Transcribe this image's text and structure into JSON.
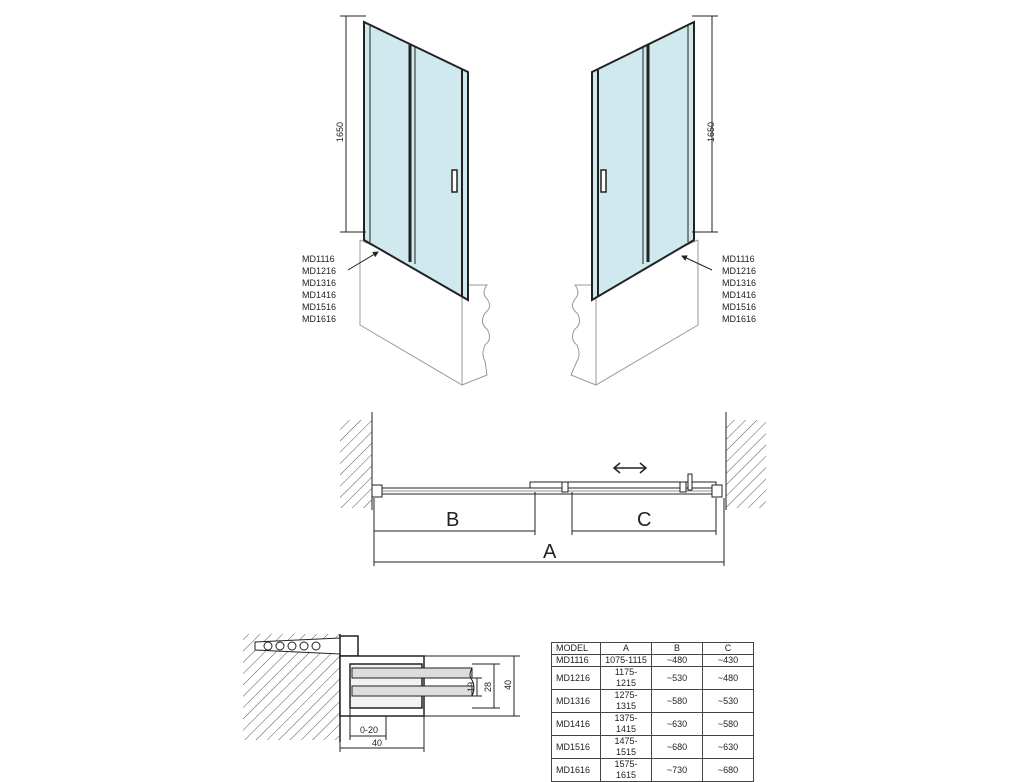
{
  "heights": {
    "left": "1650",
    "right": "1650"
  },
  "model_list": [
    "MD1116",
    "MD1216",
    "MD1316",
    "MD1416",
    "MD1516",
    "MD1616"
  ],
  "plan_labels": {
    "a": "A",
    "b": "B",
    "c": "C"
  },
  "profile_dims": {
    "d28": "28",
    "d40_vert": "40",
    "d19": "19",
    "d0_20": "0-20",
    "d40_horiz": "40"
  },
  "colors": {
    "glass": "#cfe9ef",
    "line": "#222222",
    "wall_hatch": "#555555"
  },
  "icons": {
    "slide_direction": "double-arrow-icon"
  },
  "table": {
    "headers": [
      "MODEL",
      "A",
      "B",
      "C"
    ],
    "rows": [
      [
        "MD1116",
        "1075-1115",
        "~480",
        "~430"
      ],
      [
        "MD1216",
        "1175-1215",
        "~530",
        "~480"
      ],
      [
        "MD1316",
        "1275-1315",
        "~580",
        "~530"
      ],
      [
        "MD1416",
        "1375-1415",
        "~630",
        "~580"
      ],
      [
        "MD1516",
        "1475-1515",
        "~680",
        "~630"
      ],
      [
        "MD1616",
        "1575-1615",
        "~730",
        "~680"
      ]
    ]
  }
}
